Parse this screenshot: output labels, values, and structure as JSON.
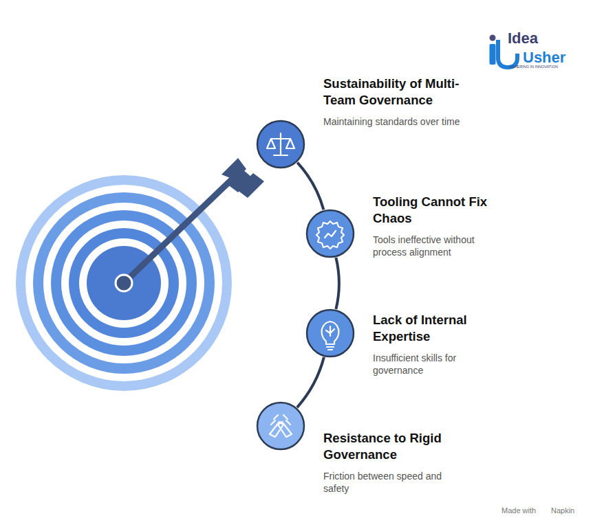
{
  "diagram": {
    "nodes": [
      {
        "text": [
          "Sustainability of Multi-Team Governance",
          "Maintaining standards over time"
        ]
      },
      {
        "text": [
          "Tooling Cannot Fix Chaos",
          "Tools ineffective without process alignment"
        ]
      },
      {
        "text": [
          "Lack of Internal Expertise",
          "Insufficient skills for governance"
        ]
      },
      {
        "text": [
          "Resistance to Rigid Governance",
          "Friction between speed and safety"
        ]
      }
    ],
    "edges": [
      {
        "from": 0,
        "to": 1,
        "arrow": "none"
      },
      {
        "from": 1,
        "to": 2,
        "arrow": "none"
      },
      {
        "from": 2,
        "to": 3,
        "arrow": "none"
      }
    ],
    "labels": [
      "Idea",
      "Usher",
      "USHERING IN INNOVATION",
      "Made with",
      "Napkin"
    ]
  }
}
